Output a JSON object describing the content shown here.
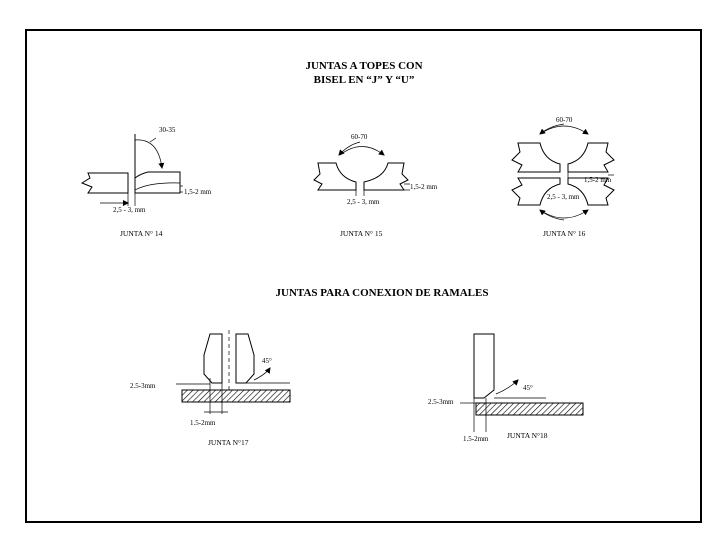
{
  "titles": {
    "butt_line1": "JUNTAS A TOPES CON",
    "butt_line2": "BISEL EN “J” Y “U”",
    "branch": "JUNTAS PARA CONEXION DE RAMALES"
  },
  "joint14": {
    "angle": "30-35",
    "root_face": "1,5-2 mm",
    "gap": "2,5 - 3, mm",
    "caption": "JUNTA N° 14"
  },
  "joint15": {
    "angle": "60-70",
    "root_face": "1,5-2 mm",
    "gap": "2,5 - 3, mm",
    "caption": "JUNTA N° 15"
  },
  "joint16": {
    "angle": "60-70",
    "root_face": "1,5-2 mm",
    "gap": "2,5 - 3, mm",
    "caption": "JUNTA N° 16"
  },
  "joint17": {
    "angle": "45°",
    "gap": "2.5-3mm",
    "root_face": "1.5-2mm",
    "caption": "JUNTA N°17"
  },
  "joint18": {
    "angle": "45°",
    "gap": "2.5-3mm",
    "root_face": "1.5-2mm",
    "caption": "JUNTA N°18"
  }
}
